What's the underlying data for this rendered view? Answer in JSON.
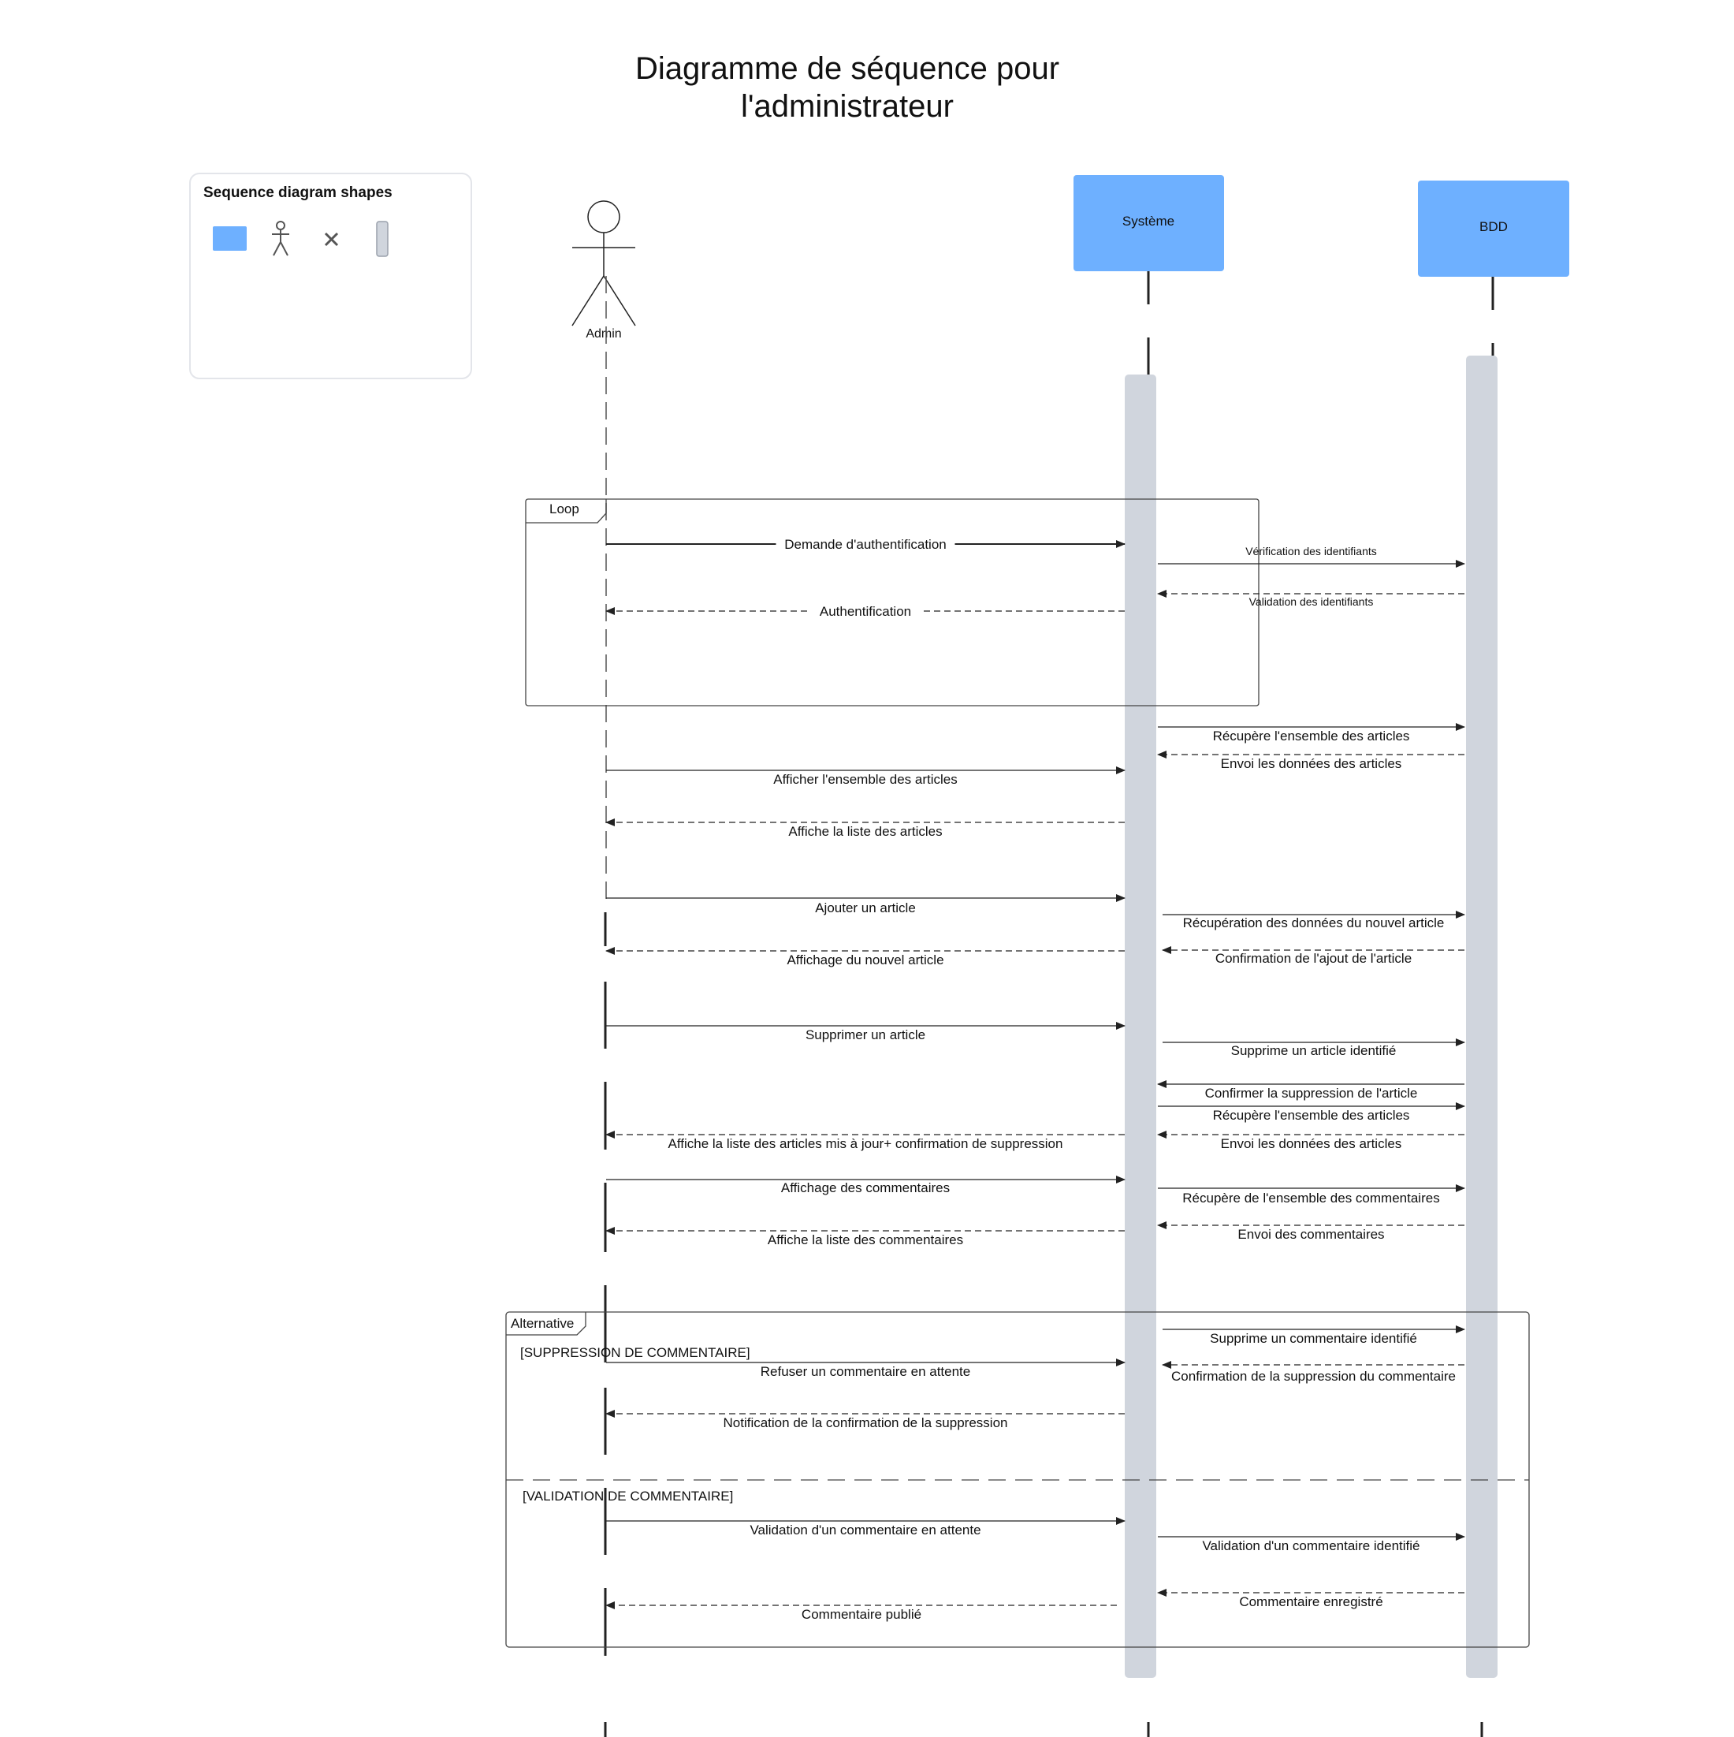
{
  "title_line1": "Diagramme de séquence pour",
  "title_line2": "l'administrateur",
  "legend": {
    "title": "Sequence diagram shapes",
    "shapes": [
      "lifeline-box-icon",
      "actor-icon",
      "destroy-icon",
      "activation-bar-icon"
    ]
  },
  "participants": {
    "admin": "Admin",
    "systeme": "Système",
    "bdd": "BDD"
  },
  "fragments": {
    "loop": "Loop",
    "alternative": "Alternative",
    "guard1": "[SUPPRESSION DE COMMENTAIRE]",
    "guard2": "[VALIDATION DE COMMENTAIRE]"
  },
  "messages": [
    {
      "text": "Demande d'authentification"
    },
    {
      "text": "Vérification des identifiants"
    },
    {
      "text": "Validation des identifiants"
    },
    {
      "text": "Authentification"
    },
    {
      "text": "Récupère l'ensemble des articles"
    },
    {
      "text": "Envoi les données des articles"
    },
    {
      "text": "Afficher l'ensemble des articles"
    },
    {
      "text": "Affiche la liste des articles"
    },
    {
      "text": "Ajouter un article"
    },
    {
      "text": "Récupération des données du nouvel article"
    },
    {
      "text": "Confirmation de l'ajout de l'article"
    },
    {
      "text": "Affichage du nouvel article"
    },
    {
      "text": "Supprimer un article"
    },
    {
      "text": "Supprime un article identifié"
    },
    {
      "text": "Confirmer la suppression de l'article"
    },
    {
      "text": "Récupère l'ensemble des articles"
    },
    {
      "text": "Envoi les données des articles"
    },
    {
      "text": "Affiche la liste des articles mis à jour+ confirmation de suppression"
    },
    {
      "text": "Affichage des commentaires"
    },
    {
      "text": "Récupère de l'ensemble des commentaires"
    },
    {
      "text": "Envoi des commentaires"
    },
    {
      "text": "Affiche la liste des commentaires"
    },
    {
      "text": "Supprime un commentaire identifié"
    },
    {
      "text": "Refuser un commentaire en attente"
    },
    {
      "text": "Confirmation de la suppression du commentaire"
    },
    {
      "text": "Notification de la confirmation de la suppression"
    },
    {
      "text": "Validation d'un commentaire en attente"
    },
    {
      "text": "Validation d'un commentaire identifié"
    },
    {
      "text": "Commentaire enregistré"
    },
    {
      "text": "Commentaire publié"
    }
  ],
  "colors": {
    "participant_box": "#6eb0ff",
    "activation_bar": "#d0d5dd",
    "title": "#3a3f4b"
  }
}
